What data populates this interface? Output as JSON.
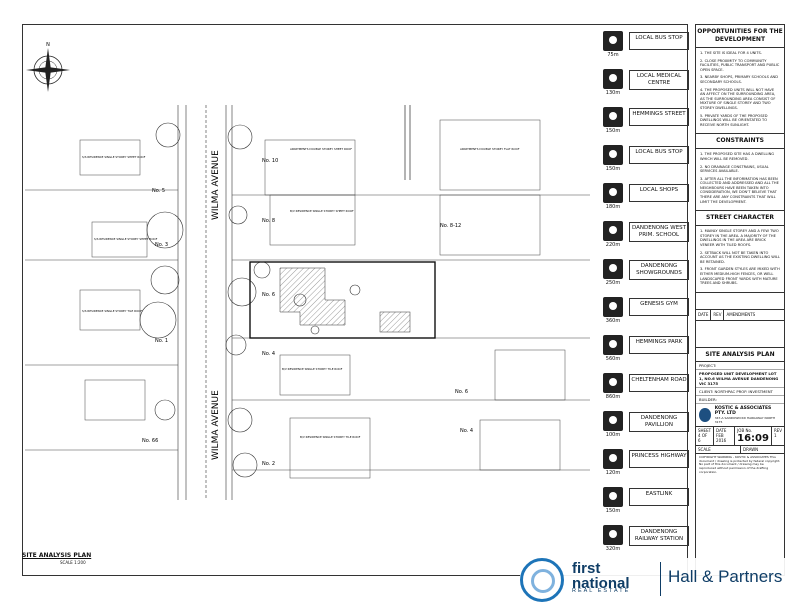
{
  "plan": {
    "title": "SITE ANALYSIS PLAN",
    "scale": "SCALE 1:200",
    "streets": [
      "WILMA AVENUE",
      "WILMA AVENUE"
    ],
    "lots": [
      "No. 5",
      "No. 3",
      "No. 1",
      "No. 66",
      "No. 10",
      "No. 8",
      "No. 6",
      "No. 4",
      "No. 2",
      "No. 8-12",
      "No. 6",
      "No. 4"
    ],
    "labels": {
      "residence1": "S/S RESIDENCE SINGLE STOREY SHEET ROOF",
      "residence2": "S/S RESIDENCE SINGLE STOREY SHEET ROOF",
      "residence3": "S/S RESIDENCE SINGLE STOREY TILE ROOF",
      "apartments1": "APARTMENTS DOUBLE STOREY SHEET ROOF",
      "apartments2": "APARTMENTS DOUBLE STOREY FLAT ROOF",
      "residence_site": "B/V RESIDENCE SINGLE STOREY SHEET ROOF",
      "residence4": "B/V RESIDENCE SINGLE STOREY TILE ROOF",
      "residence5": "B/V RESIDENCE SINGLE STOREY TILE ROOF"
    }
  },
  "legend": [
    {
      "label": "LOCAL BUS STOP",
      "dist": "75m"
    },
    {
      "label": "LOCAL MEDICAL CENTRE",
      "dist": "130m"
    },
    {
      "label": "HEMMINGS STREET",
      "dist": "150m"
    },
    {
      "label": "LOCAL BUS STOP",
      "dist": "150m"
    },
    {
      "label": "LOCAL SHOPS",
      "dist": "180m"
    },
    {
      "label": "DANDENONG WEST PRIM. SCHOOL",
      "dist": "220m"
    },
    {
      "label": "DANDENONG SHOWGROUNDS",
      "dist": "250m"
    },
    {
      "label": "GENESIS GYM",
      "dist": "360m"
    },
    {
      "label": "HEMMINGS PARK",
      "dist": "560m"
    },
    {
      "label": "CHELTENHAM ROAD",
      "dist": "860m"
    },
    {
      "label": "DANDENONG PAVILLION",
      "dist": "100m"
    },
    {
      "label": "PRINCESS HIGHWAY",
      "dist": "120m"
    },
    {
      "label": "EASTLINK",
      "dist": "150m"
    },
    {
      "label": "DANDENONG RAILWAY STATION",
      "dist": "320m"
    }
  ],
  "panel": {
    "opportunities_title": "OPPORTUNITIES FOR THE DEVELOPMENT",
    "opportunities": [
      "1. THE SITE IS IDEAL FOR 4 UNITS.",
      "2. CLOSE PROXIMITY TO COMMUNITY FACILITIES, PUBLIC TRANSPORT AND PUBLIC OPEN SPACE.",
      "3. NEARBY SHOPS, PRIMARY SCHOOLS AND SECONDARY SCHOOLS.",
      "4. THE PROPOSED UNITS WILL NOT HAVE AN AFFECT ON THE SURROUNDING AREA, AS THE SURROUNDING AREA CONSIST OF MIXTURE OF SINGLE STOREY AND TWO STOREY DWELLINGS.",
      "5. PRIVATE YARDS OF THE PROPOSED DWELLINGS WILL BE ORIENTATED TO RECEIVE NORTH SUNLIGHT."
    ],
    "constraints_title": "CONSTRAINTS",
    "constraints": [
      "1. THE PROPOSED SITE HAS A DWELLING WHICH WILL BE REMOVED.",
      "2. NO DRAINAGE CONSTRAINS, USUAL SERVICES AVAILABLE.",
      "3. AFTER ALL THE INFORMATION HAS BEEN COLLECTED AND ADDRESSED AND ALL THE NEIGHBOURS HAVE BEEN TAKEN INTO CONSIDERATION, WE DON'T BELIEVE THAT THERE ARE ANY CONSTRAINTS THAT WILL LIMIT THE DEVELOPMENT."
    ],
    "street_title": "STREET CHARACTER",
    "street": [
      "1. MAINLY SINGLE STOREY AND A FEW TWO STOREY IN THE AREA. A MAJORITY OF THE DWELLINGS IN THE AREA ARE BRICK VENEER WITH TILED ROOFS.",
      "2. SETBACK WILL NOT BE TAKEN INTO ACCOUNT AS THE EXISTING DWELLING WILL BE RETAINED.",
      "3. FRONT GARDEN STYLES ARE MIXED WITH EITHER MEDIUM-HIGH FENCES, OR WELL LANDSCAPED FRONT YARDS WITH MATURE TREES AND SHRUBS."
    ],
    "rev": {
      "date": "DATE",
      "rev": "REV",
      "amend": "AMENDMENTS"
    },
    "title": "SITE ANALYSIS PLAN",
    "project_label": "PROJECT:",
    "project": "PROPOSED UNIT DEVELOPMENT LOT 1, NO.6 WILMA AVENUE DANDENONG VIC 3175",
    "client_label": "CLIENT:",
    "client": "NORTHPAC PROP. INVESTMENT",
    "builder_label": "BUILDER:",
    "firm": "KOSTIC & ASSOCIATES PTY. LTD",
    "firm_address": "347-A SANDOWN RD HARKAWAY NORTH 3175",
    "sheet": {
      "sheet_label": "SHEET",
      "sheet": "4 OF 6",
      "date_label": "DATE",
      "date": "FEB 2016",
      "job_label": "JOB No.",
      "job": "16:09",
      "rev_label": "REV",
      "rev": "1"
    },
    "scale_label": "SCALE",
    "drawn_label": "DRAWN",
    "copyright": "COPYRIGHT WARNING - KOSTIC & ASSOCIATES This document / drawing is protected by federal copyright. No part of this document / drawing may be reproduced without permission of the drafting corporation."
  },
  "footer": {
    "brand": "first national",
    "brand2": "REAL ESTATE",
    "agent": "Hall & Partners"
  }
}
